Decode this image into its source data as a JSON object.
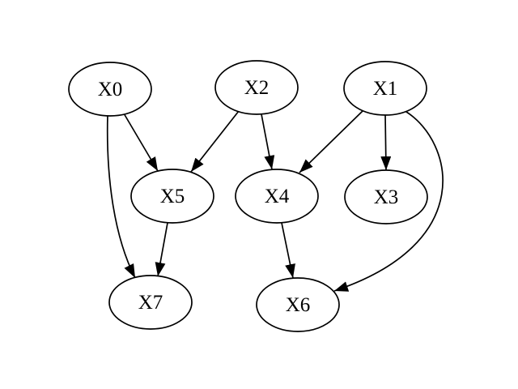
{
  "diagram": {
    "type": "directed-graph",
    "description": "Causal DAG of variables X0-X7",
    "background_color": "#ffffff",
    "node_fill_color": "#ffffff",
    "node_stroke_color": "#000000",
    "edge_color": "#000000",
    "label_color": "#000000",
    "nodes": [
      {
        "id": "X0",
        "label": "X0"
      },
      {
        "id": "X2",
        "label": "X2"
      },
      {
        "id": "X1",
        "label": "X1"
      },
      {
        "id": "X5",
        "label": "X5"
      },
      {
        "id": "X4",
        "label": "X4"
      },
      {
        "id": "X3",
        "label": "X3"
      },
      {
        "id": "X7",
        "label": "X7"
      },
      {
        "id": "X6",
        "label": "X6"
      }
    ],
    "edges": [
      {
        "from": "X0",
        "to": "X5"
      },
      {
        "from": "X0",
        "to": "X7"
      },
      {
        "from": "X2",
        "to": "X5"
      },
      {
        "from": "X2",
        "to": "X4"
      },
      {
        "from": "X1",
        "to": "X4"
      },
      {
        "from": "X1",
        "to": "X3"
      },
      {
        "from": "X1",
        "to": "X6"
      },
      {
        "from": "X5",
        "to": "X7"
      },
      {
        "from": "X4",
        "to": "X6"
      }
    ]
  }
}
